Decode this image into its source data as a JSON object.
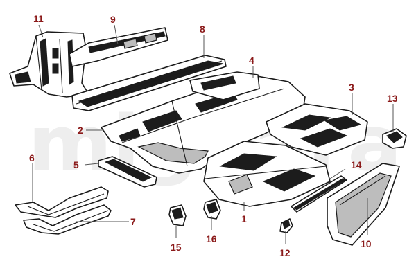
{
  "watermark": "migaara",
  "label_color": "#8b1a1a",
  "callouts": [
    {
      "id": "11",
      "text": "11"
    },
    {
      "id": "9",
      "text": "9"
    },
    {
      "id": "8",
      "text": "8"
    },
    {
      "id": "4",
      "text": "4"
    },
    {
      "id": "3",
      "text": "3"
    },
    {
      "id": "13",
      "text": "13"
    },
    {
      "id": "2",
      "text": "2"
    },
    {
      "id": "6",
      "text": "6"
    },
    {
      "id": "5",
      "text": "5"
    },
    {
      "id": "14",
      "text": "14"
    },
    {
      "id": "7",
      "text": "7"
    },
    {
      "id": "1",
      "text": "1"
    },
    {
      "id": "15",
      "text": "15"
    },
    {
      "id": "16",
      "text": "16"
    },
    {
      "id": "12",
      "text": "12"
    },
    {
      "id": "10",
      "text": "10"
    }
  ]
}
